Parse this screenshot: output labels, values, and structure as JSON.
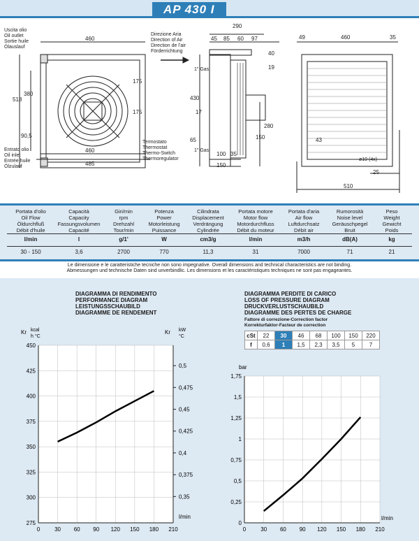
{
  "title": "AP 430 I",
  "drawing": {
    "labels": {
      "oil_outlet": "Uscita olio\nOil outlet\nSortie huile\nÖlauslauf",
      "oil_inlet": "Entrato olio\nOil inlet\nEntrée huile\nÖlzulauf",
      "air_dir": "Direzione Aria\nDirection of Air\nDirection de l'air\nFörderrichtung",
      "thermostat": "Termostato\nThermostat\nThermo-Switch\nThermoregulator",
      "gas_top": "1\" Gas",
      "gas_bot": "1\" Gas",
      "hole": "ø10 (4x)"
    },
    "dims": {
      "front_top": "460",
      "front_bottom": "460",
      "front_total": "485",
      "h518": "518",
      "h380": "380",
      "h90_5": "90,5",
      "h175a": "175",
      "h175b": "175",
      "side_290": "290",
      "side_45": "45",
      "side_85": "85",
      "side_60": "60",
      "side_97": "97",
      "side_40": "40",
      "side_19": "19",
      "side_430": "430",
      "side_17": "17",
      "side_280": "280",
      "side_150v": "150",
      "side_65": "65",
      "side_100": "100",
      "side_35": "35",
      "side_150": "150",
      "back_49": "49",
      "back_460": "460",
      "back_35": "35",
      "back_43": "43",
      "back_25": "25",
      "back_510": "510"
    }
  },
  "specs": {
    "headers": [
      "Portata d'olio\nOil Flow\nÖldurchfluß\nDébit d'huile",
      "Capacità\nCapacity\nFassungsvolumen\nCapacité",
      "Giri/min\nrpm\nDrehzahl\nTour/min",
      "Potenza\nPower\nMotorleistung\nPuissance",
      "Cilindrata\nDisplacement\nVerdrängung\nCylindrée",
      "Portata motore\nMotor flow\nMotordurchfluss\nDébit du moteur",
      "Portata d'aria\nAir flow\nLuftdurchsatz\nDébit air",
      "Rumorosità\nNoise level\nGeräuschpegel\nBruit",
      "Peso\nWeight\nGewicht\nPoids"
    ],
    "units": [
      "l/min",
      "l",
      "g/1'",
      "W",
      "cm3/g",
      "l/min",
      "m3/h",
      "dB(A)",
      "kg"
    ],
    "values": [
      "30 - 150",
      "3,6",
      "2700",
      "770",
      "11,3",
      "31",
      "7000",
      "71",
      "21"
    ]
  },
  "note": "Le dimensione e le caratteristiche tecniche non sono impegnative. Overall dimensions and technical characteristics are not binding.\nAbmessungen und technische Daten sind unverbindlic. Les dimensions et les caractéristiques techniques ne sont pas engageantes.",
  "perf": {
    "title": "DIAGRAMMA DI RENDIMENTO\nPERFORMANCE DIAGRAM\nLEISTUNGSSCHAUBILD\nDIAGRAMME DE RENDEMENT",
    "kr_left": "Kr",
    "unit_left_top": "kcal",
    "unit_left_bot": "h °C",
    "kr_right": "Kr",
    "unit_right_top": "kW",
    "unit_right_bot": "°C",
    "xunit": "l/min"
  },
  "loss": {
    "title": "DIAGRAMMA PERDITE DI CARICO\nLOSS OF PRESSURE DIAGRAM\nDRUCKVERLUSTSCHAUBILD\nDIAGRAMME DES PERTES DE CHARGE",
    "subtitle": "Fattore di correzione-Correction factor\nKorrekturfaktor-Facteur de correction",
    "cst_label": "cSt",
    "f_label": "f",
    "cst": [
      "22",
      "30",
      "46",
      "68",
      "100",
      "150",
      "220"
    ],
    "f": [
      "0,6",
      "1",
      "1,5",
      "2,3",
      "3,5",
      "5",
      "7"
    ],
    "yunit": "bar",
    "xunit": "l/min"
  },
  "chart_data": [
    {
      "type": "line",
      "title": "DIAGRAMMA DI RENDIMENTO / PERFORMANCE DIAGRAM",
      "xlabel": "l/min",
      "ylabel": "Kr kcal/h °C",
      "xlim": [
        0,
        210
      ],
      "ylim": [
        275,
        450
      ],
      "xticks": [
        0,
        30,
        60,
        90,
        120,
        150,
        180,
        210
      ],
      "yticks": [
        275,
        300,
        325,
        350,
        375,
        400,
        425,
        450
      ],
      "y2label": "Kr kW/°C",
      "y2ticks": [
        0.35,
        0.375,
        0.4,
        0.425,
        0.45,
        0.475,
        0.5
      ],
      "series": [
        {
          "x": [
            30,
            60,
            90,
            120,
            150,
            180
          ],
          "y": [
            355,
            364,
            374,
            385,
            395,
            405
          ]
        }
      ]
    },
    {
      "type": "line",
      "title": "DIAGRAMMA PERDITE DI CARICO / LOSS OF PRESSURE DIAGRAM",
      "xlabel": "l/min",
      "ylabel": "bar",
      "xlim": [
        0,
        210
      ],
      "ylim": [
        0,
        1.75
      ],
      "xticks": [
        0,
        30,
        60,
        90,
        120,
        150,
        180,
        210
      ],
      "yticks": [
        0,
        0.25,
        0.5,
        0.75,
        1,
        1.25,
        1.5,
        1.75
      ],
      "series": [
        {
          "x": [
            30,
            60,
            90,
            120,
            150,
            180
          ],
          "y": [
            0.14,
            0.33,
            0.53,
            0.76,
            1.0,
            1.26
          ]
        }
      ]
    }
  ]
}
